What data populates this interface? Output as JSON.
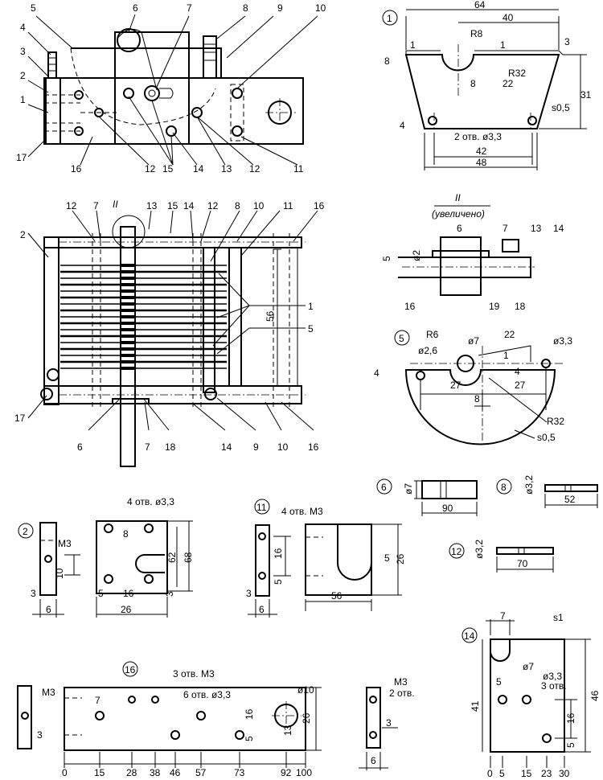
{
  "top_view": {
    "callouts": [
      "5",
      "6",
      "7",
      "8",
      "9",
      "10",
      "4",
      "3",
      "2",
      "1",
      "17",
      "16",
      "12",
      "15",
      "14",
      "13",
      "12",
      "11"
    ]
  },
  "part1": {
    "number": "1",
    "dims": [
      "64",
      "40",
      "R8",
      "1",
      "1",
      "3",
      "8",
      "8",
      "R32",
      "22",
      "31",
      "s0,5",
      "4",
      "2 отв. ø3,3",
      "42",
      "48"
    ]
  },
  "assembly": {
    "callouts_top": [
      "12",
      "7",
      "II",
      "13",
      "15",
      "14",
      "12",
      "8",
      "10",
      "11",
      "16"
    ],
    "callouts_side": [
      "2",
      "17",
      "1",
      "5",
      "56"
    ],
    "callouts_bottom": [
      "6",
      "7",
      "18",
      "14",
      "9",
      "10",
      "16"
    ]
  },
  "detail2": {
    "title": "II",
    "subtitle": "(увеличено)",
    "labels": [
      "6",
      "7",
      "13",
      "14",
      "5",
      "ø2",
      "16",
      "19",
      "18"
    ]
  },
  "part5": {
    "number": "5",
    "dims": [
      "R6",
      "ø7",
      "22",
      "ø3,3",
      "ø2,6",
      "4",
      "4",
      "1",
      "27",
      "27",
      "8",
      "R32",
      "s0,5"
    ]
  },
  "part6": {
    "number": "6",
    "dims": [
      "ø7",
      "90"
    ]
  },
  "part8": {
    "number": "8",
    "dims": [
      "ø3,2",
      "52"
    ]
  },
  "part12": {
    "number": "12",
    "dims": [
      "ø3,2",
      "70"
    ]
  },
  "part2": {
    "number": "2",
    "dims": [
      "4 отв. ø3,3",
      "M3",
      "10",
      "8",
      "62",
      "68",
      "3",
      "5",
      "16",
      "26",
      "3",
      "6"
    ]
  },
  "part11": {
    "number": "11",
    "dims": [
      "4 отв. M3",
      "16",
      "5",
      "3",
      "6",
      "5",
      "26",
      "56"
    ]
  },
  "part16": {
    "number": "16",
    "dims": [
      "M3",
      "7",
      "3 отв. M3",
      "6 отв. ø3,3",
      "ø10",
      "3",
      "16",
      "13",
      "26",
      "5"
    ],
    "scale": [
      "0",
      "15",
      "28",
      "38",
      "46",
      "57",
      "73",
      "92",
      "100"
    ]
  },
  "side16": {
    "dims": [
      "M3",
      "2 отв.",
      "3",
      "6"
    ]
  },
  "part14": {
    "number": "14",
    "dims": [
      "7",
      "s1",
      "ø7",
      "ø3,3",
      "3 отв.",
      "5",
      "41",
      "46",
      "16",
      "5"
    ],
    "scale": [
      "0",
      "5",
      "15",
      "23",
      "30"
    ]
  }
}
